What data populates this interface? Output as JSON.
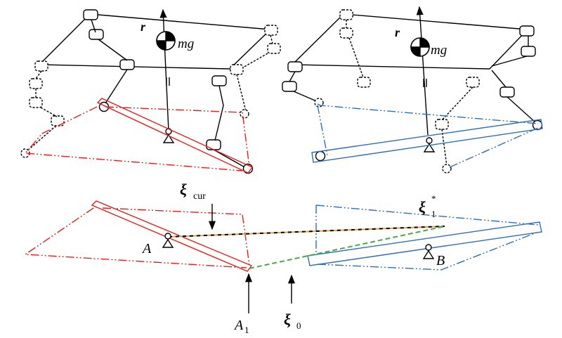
{
  "labels": {
    "r": "r",
    "mg": "mg",
    "xi": "ξ",
    "cur": "cur",
    "star1_base": "ξ",
    "star1_sub": "1",
    "star1_sup": "*",
    "zero_sub": "0",
    "A": "A",
    "B": "B",
    "A1_base": "A",
    "A1_sub": "1"
  },
  "colors": {
    "red": "#e02020",
    "blue": "#2f6db5",
    "orange": "#e8a23a",
    "green": "#4aa84a",
    "black": "#000000"
  }
}
